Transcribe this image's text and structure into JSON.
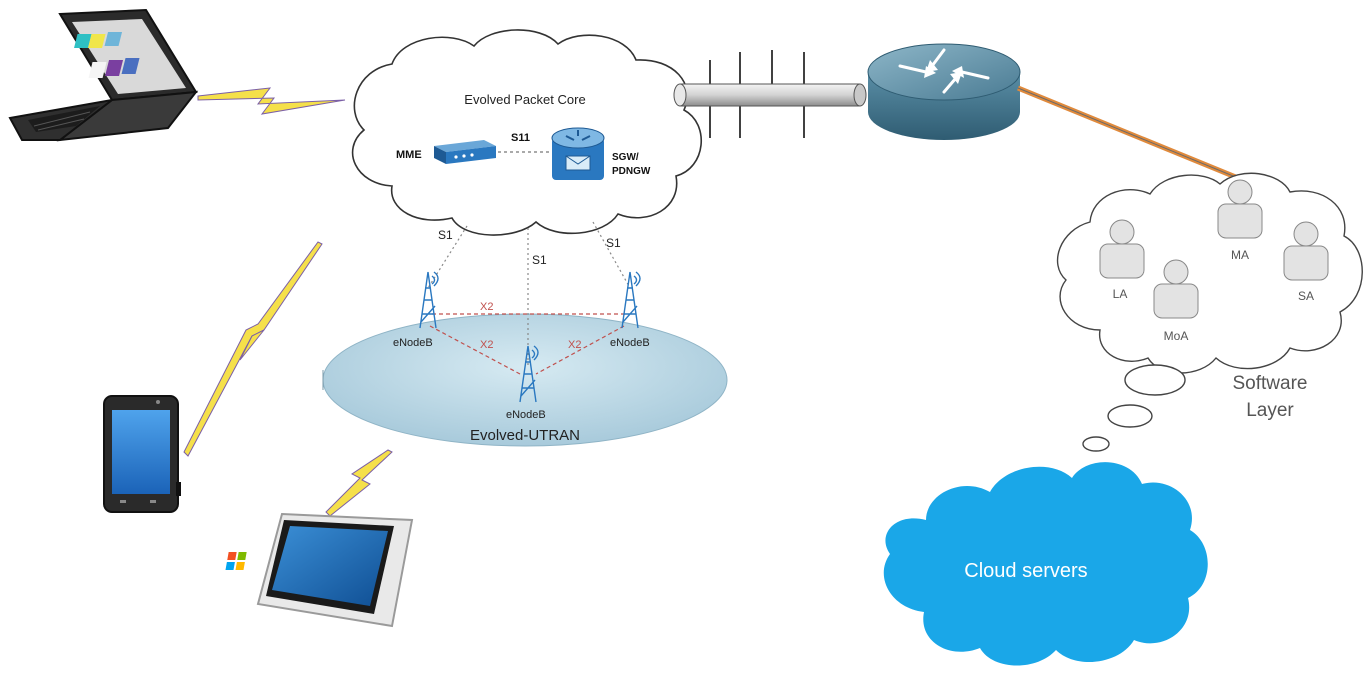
{
  "core": {
    "title": "Evolved Packet Core",
    "mme_label": "MME",
    "s11_label": "S11",
    "sgw_label_line1": "SGW/",
    "sgw_label_line2": "PDNGW"
  },
  "interfaces": {
    "s1_left": "S1",
    "s1_center": "S1",
    "s1_right": "S1",
    "x2_top": "X2",
    "x2_left": "X2",
    "x2_right": "X2"
  },
  "ran": {
    "enodeb_left": "eNodeB",
    "enodeb_right": "eNodeB",
    "enodeb_bottom": "eNodeB",
    "title": "Evolved-UTRAN"
  },
  "software_layer": {
    "agent_la": "LA",
    "agent_moa": "MoA",
    "agent_ma": "MA",
    "agent_sa": "SA",
    "title_line1": "Software",
    "title_line2": "Layer"
  },
  "cloud": {
    "label": "Cloud servers"
  },
  "colors": {
    "cloud_blue": "#1aa7e8",
    "ellipse_fill": "#bcd9e6",
    "device_blue": "#2a7fd0",
    "lightning": "#f5e04a",
    "fiber_orange": "#e08a3c",
    "router_body": "#4d7f97",
    "x2_red": "#c0504d"
  }
}
